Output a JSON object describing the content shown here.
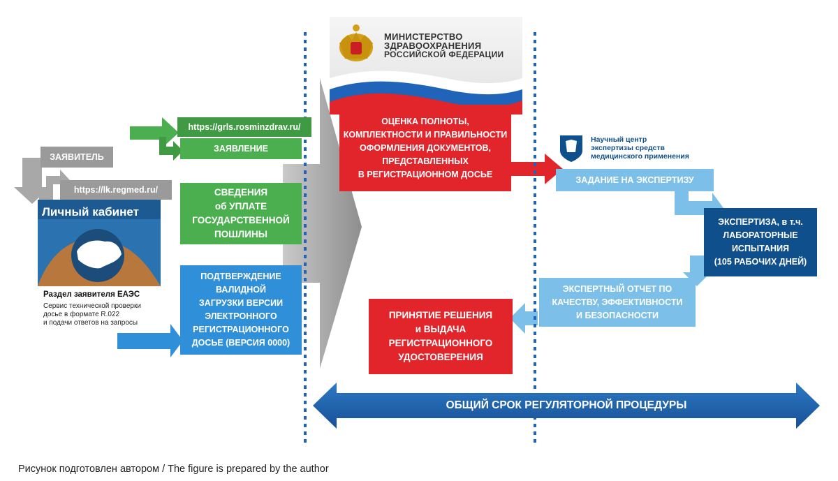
{
  "ministry": {
    "title_lines": [
      "МИНИСТЕРСТВО",
      "ЗДРАВООХРАНЕНИЯ",
      "РОССИЙСКОЙ ФЕДЕРАЦИИ"
    ],
    "emblem_icon": "double-headed-eagle-icon"
  },
  "applicant": {
    "label": "ЗАЯВИТЕЛЬ",
    "url": "https://lk.regmed.ru/",
    "cabinet_title": "Личный кабинет",
    "section_title": "Раздел заявителя ЕАЭС",
    "section_desc": "Сервис технической проверки\nдосье в формате R.022\nи подачи ответов на запросы"
  },
  "submissions": {
    "url": "https://grls.rosminzdrav.ru/",
    "application": "ЗАЯВЛЕНИЕ",
    "fee": "СВЕДЕНИЯ\nоб УПЛАТЕ\nГОСУДАРСТВЕННОЙ\nПОШЛИНЫ",
    "dossier_upload": "ПОДТВЕРЖДЕНИЕ\nВАЛИДНОЙ\nЗАГРУЗКИ ВЕРСИИ\nЭЛЕКТРОННОГО\nРЕГИСТРАЦИОННОГО\nДОСЬЕ (ВЕРСИЯ 0000)"
  },
  "assessment": "ОЦЕНКА ПОЛНОТЫ,\nКОМПЛЕКТНОСТИ И ПРАВИЛЬНОСТИ\nОФОРМЛЕНИЯ ДОКУМЕНТОВ,\nПРЕДСТАВЛЕННЫХ\nВ РЕГИСТРАЦИОННОМ ДОСЬЕ",
  "expert_center": {
    "name": "Научный центр\nэкспертизы средств\nмедицинского применения",
    "task": "ЗАДАНИЕ НА ЭКСПЕРТИЗУ",
    "expertise": "ЭКСПЕРТИЗА, в т.ч.\nЛАБОРАТОРНЫЕ\nИСПЫТАНИЯ\n(105 РАБОЧИХ ДНЕЙ)",
    "report": "ЭКСПЕРТНЫЙ ОТЧЕТ ПО\nКАЧЕСТВУ, ЭФФЕКТИВНОСТИ\nИ БЕЗОПАСНОСТИ"
  },
  "decision": "ПРИНЯТИЕ РЕШЕНИЯ\nи ВЫДАЧА\nРЕГИСТРАЦИОННОГО\nУДОСТОВЕРЕНИЯ",
  "timeline": "ОБЩИЙ СРОК РЕГУЛЯТОРНОЙ ПРОЦЕДУРЫ",
  "caption": "Рисунок подготовлен автором / The figure is prepared by the author",
  "colors": {
    "green": "#4caf4f",
    "red": "#e2242b",
    "light_blue": "#7cc0e9",
    "navy": "#0f4f8c",
    "gray": "#9a9a9a",
    "blue": "#2f8fd8"
  }
}
